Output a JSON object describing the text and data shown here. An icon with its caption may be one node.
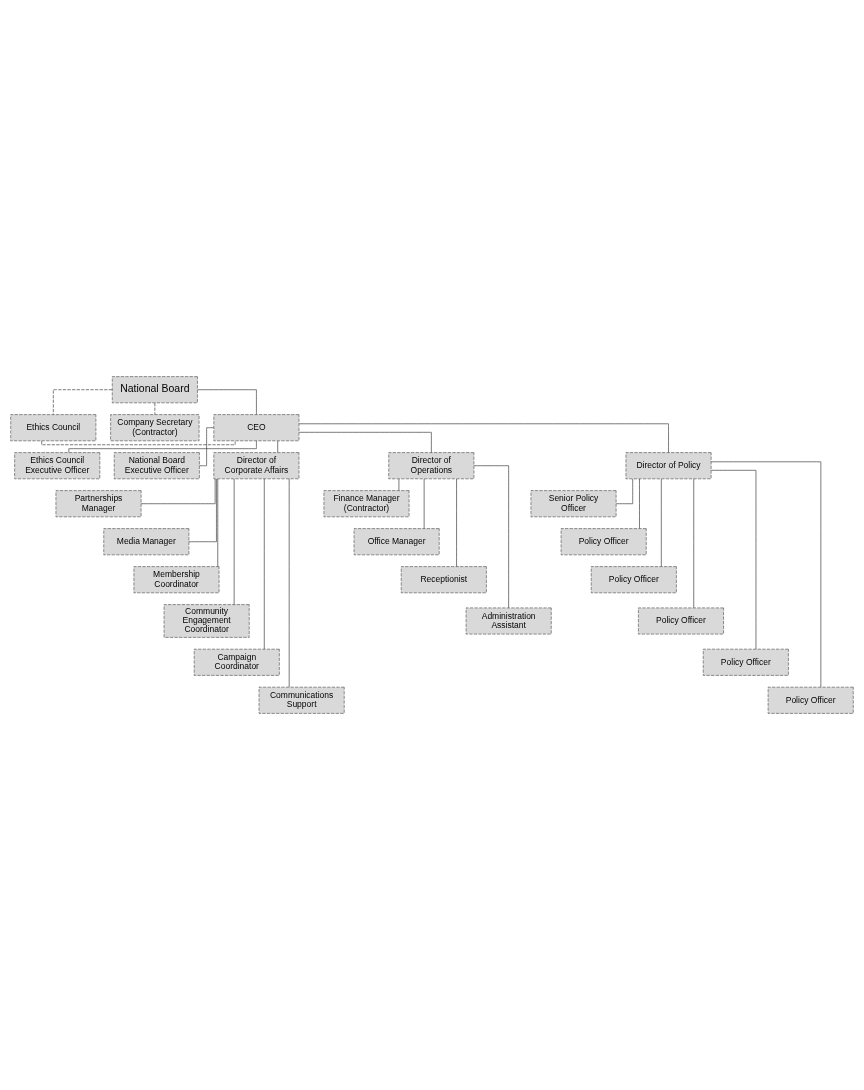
{
  "diagram": {
    "nodes": [
      {
        "text": [
          "National Board"
        ]
      },
      {
        "text": [
          "Ethics Council"
        ]
      },
      {
        "text": [
          "Company Secretary (Contractor)"
        ]
      },
      {
        "text": [
          "CEO"
        ]
      },
      {
        "text": [
          "Ethics Council Executive Officer"
        ]
      },
      {
        "text": [
          "National Board Executive Officer"
        ]
      },
      {
        "text": [
          "Director of Corporate Affairs"
        ]
      },
      {
        "text": [
          "Director of Operations"
        ]
      },
      {
        "text": [
          "Director of Policy"
        ]
      },
      {
        "text": [
          "Partnerships Manager"
        ]
      },
      {
        "text": [
          "Media Manager"
        ]
      },
      {
        "text": [
          "Membership Coordinator"
        ]
      },
      {
        "text": [
          "Community Engagement Coordinator"
        ]
      },
      {
        "text": [
          "Campaign Coordinator"
        ]
      },
      {
        "text": [
          "Communications Support"
        ]
      },
      {
        "text": [
          "Finance Manager (Contractor)"
        ]
      },
      {
        "text": [
          "Office Manager"
        ]
      },
      {
        "text": [
          "Receptionist"
        ]
      },
      {
        "text": [
          "Administration Assistant"
        ]
      },
      {
        "text": [
          "Senior Policy Officer"
        ]
      },
      {
        "text": [
          "Policy Officer"
        ]
      },
      {
        "text": [
          "Policy Officer"
        ]
      },
      {
        "text": [
          "Policy Officer"
        ]
      },
      {
        "text": [
          "Policy Officer"
        ]
      },
      {
        "text": [
          "Policy Officer"
        ]
      }
    ],
    "edges": [
      {
        "from": 0,
        "to": 1,
        "arrow": "none",
        "style": "dashed"
      },
      {
        "from": 0,
        "to": 2,
        "arrow": "none",
        "style": "dashed"
      },
      {
        "from": 0,
        "to": 3,
        "arrow": "none"
      },
      {
        "from": 1,
        "to": 3,
        "arrow": "none",
        "style": "dashed"
      },
      {
        "from": 3,
        "to": 4,
        "arrow": "none"
      },
      {
        "from": 3,
        "to": 5,
        "arrow": "none"
      },
      {
        "from": 3,
        "to": 6,
        "arrow": "none"
      },
      {
        "from": 3,
        "to": 7,
        "arrow": "none"
      },
      {
        "from": 3,
        "to": 8,
        "arrow": "none"
      },
      {
        "from": 6,
        "to": 9,
        "arrow": "none"
      },
      {
        "from": 6,
        "to": 10,
        "arrow": "none"
      },
      {
        "from": 6,
        "to": 11,
        "arrow": "none"
      },
      {
        "from": 6,
        "to": 12,
        "arrow": "none"
      },
      {
        "from": 6,
        "to": 13,
        "arrow": "none"
      },
      {
        "from": 6,
        "to": 14,
        "arrow": "none"
      },
      {
        "from": 7,
        "to": 15,
        "arrow": "none"
      },
      {
        "from": 7,
        "to": 16,
        "arrow": "none"
      },
      {
        "from": 7,
        "to": 17,
        "arrow": "none"
      },
      {
        "from": 7,
        "to": 18,
        "arrow": "none"
      },
      {
        "from": 8,
        "to": 19,
        "arrow": "none"
      },
      {
        "from": 8,
        "to": 20,
        "arrow": "none"
      },
      {
        "from": 8,
        "to": 21,
        "arrow": "none"
      },
      {
        "from": 8,
        "to": 22,
        "arrow": "none"
      },
      {
        "from": 8,
        "to": 23,
        "arrow": "none"
      },
      {
        "from": 8,
        "to": 24,
        "arrow": "none"
      }
    ]
  }
}
